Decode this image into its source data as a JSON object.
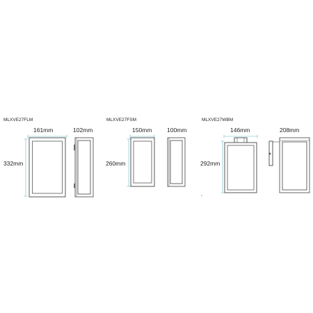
{
  "products": [
    {
      "model": "MLXVE27FLM",
      "width_label": "161mm",
      "height_label": "332mm",
      "depth_label": "102mm"
    },
    {
      "model": "MLXVE27FSM",
      "width_label": "150mm",
      "height_label": "260mm",
      "depth_label": "100mm"
    },
    {
      "model": "MLXVE27WBM",
      "width_label": "146mm",
      "height_label": "292mm",
      "depth_label": "208mm"
    }
  ],
  "colors": {
    "dimension_line": "#6fb7c8",
    "outline": "#555555",
    "text": "#222222",
    "background": "#ffffff"
  },
  "icons": {
    "mounting_bracket": "wall-bracket-icon",
    "lantern_frame": "rectangular-lantern-frame"
  }
}
